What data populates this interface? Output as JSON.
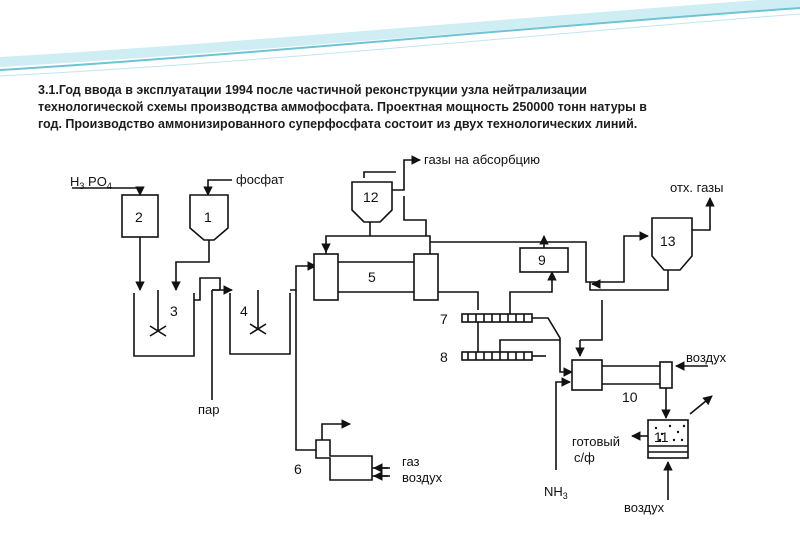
{
  "caption": {
    "line1": "3.1.Год ввода в эксплуатации 1994 после частичной реконструкции узла нейтрализации",
    "line2": "технологической схемы производства аммофосфата. Проектная мощность 250000 тонн натуры в",
    "line3": "год. Производство аммонизированного суперфосфата состоит из двух технологических линий."
  },
  "labels": {
    "h3po4_prefix": "H",
    "h3po4_sub1": "3",
    "h3po4_mid": " PO",
    "h3po4_sub2": "4",
    "phosphate": "фосфат",
    "gases_absorption": "газы на абсорбцию",
    "off_gases": "отх. газы",
    "steam": "пар",
    "gas": "газ",
    "air": "воздух",
    "air_right": "воздух",
    "air_bottom": "воздух",
    "nh3_prefix": "NH",
    "nh3_sub": "3",
    "finished_line1": "готовый",
    "finished_line2": "с/ф"
  },
  "units": {
    "u1": "1",
    "u2": "2",
    "u3": "3",
    "u4": "4",
    "u5": "5",
    "u6": "6",
    "u7": "7",
    "u8": "8",
    "u9": "9",
    "u10": "10",
    "u11": "11",
    "u12": "12",
    "u13": "13"
  },
  "colors": {
    "line": "#111111",
    "deco_teal": "#6fc3d4",
    "deco_light": "#cfeef4"
  }
}
